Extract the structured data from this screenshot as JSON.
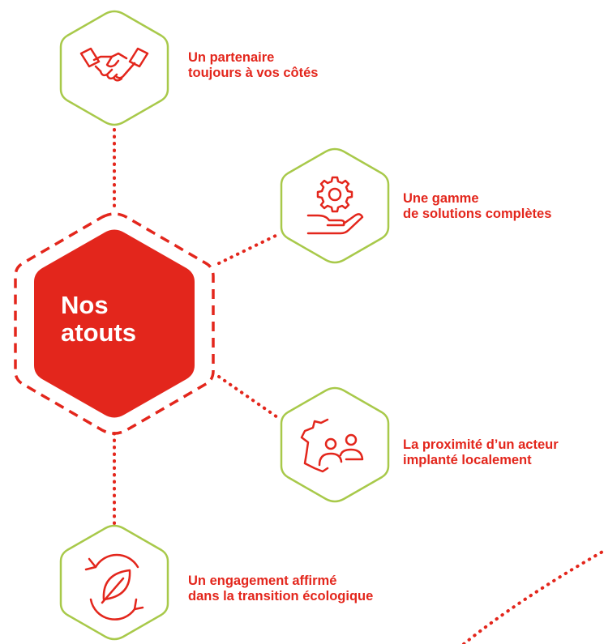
{
  "center": {
    "title_line1": "Nos",
    "title_line2": "atouts"
  },
  "items": [
    {
      "line1": "Un partenaire",
      "line2": "toujours à vos côtés",
      "icon": "handshake-icon"
    },
    {
      "line1": "Une gamme",
      "line2": "de solutions complètes",
      "icon": "gear-hand-icon"
    },
    {
      "line1": "La proximité d’un acteur",
      "line2": "implanté localement",
      "icon": "france-people-icon"
    },
    {
      "line1": "Un engagement affirmé",
      "line2": "dans la transition écologique",
      "icon": "leaf-cycle-icon"
    }
  ],
  "colors": {
    "accent": "#e3261c",
    "hex_border": "#a8c94a",
    "background": "#ffffff"
  }
}
